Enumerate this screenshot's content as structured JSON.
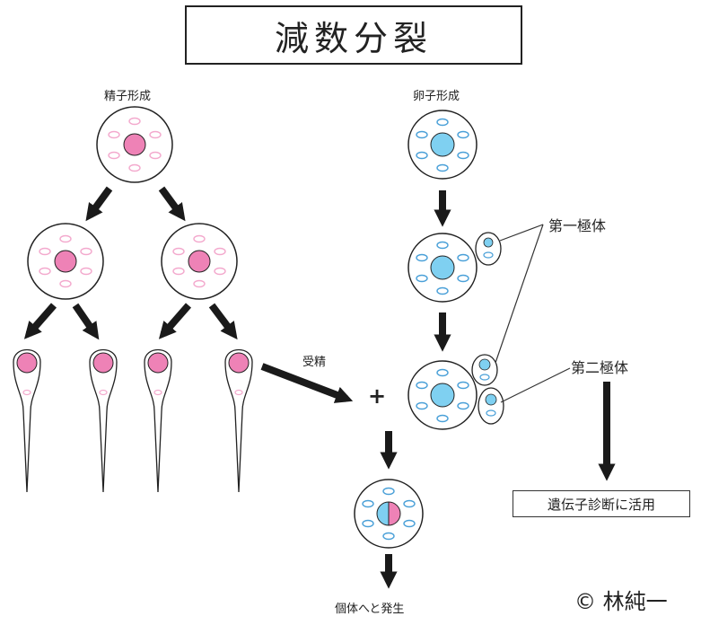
{
  "title": "減数分裂",
  "left_label": "精子形成",
  "right_label": "卵子形成",
  "fertilization_label": "受精",
  "plus_sign": "+",
  "first_polar_body": "第一極体",
  "second_polar_body": "第二極体",
  "diagnosis_label": "遺伝子診断に活用",
  "development_label": "個体へと発生",
  "copyright": "© 林純一",
  "colors": {
    "line": "#1a1a1a",
    "sperm_nucleus": "#ee82b6",
    "sperm_mito": "#f3a9cd",
    "egg_nucleus": "#7fd0f1",
    "egg_mito": "#4aa0d8"
  }
}
